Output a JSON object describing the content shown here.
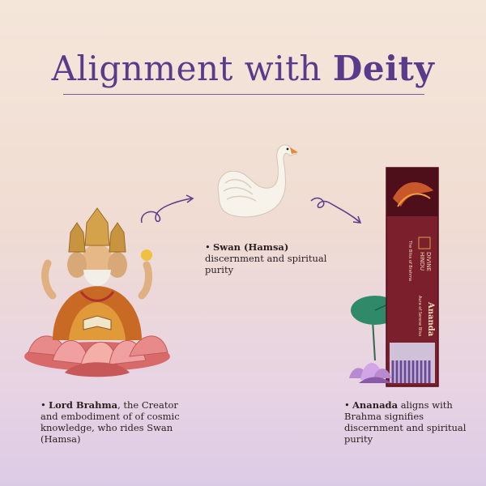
{
  "title": {
    "light": "Alignment with ",
    "bold": "Deity"
  },
  "captions": {
    "brahma": {
      "bullet": "•",
      "bold": "Lord Brahma",
      "rest": ", the Creator  and embodiment of of cosmic knowledge, who rides Swan (Hamsa)"
    },
    "swan": {
      "bullet": "•",
      "bold": "Swan (Hamsa)",
      "rest": " discernment and spiritual purity"
    },
    "ananada": {
      "bullet": "•",
      "bold": "Ananada",
      "rest": " aligns with Brahma signifies discernment and spiritual purity"
    }
  },
  "product": {
    "brand_line1": "DIVINE",
    "brand_line2": "HINDU",
    "series": "The Bliss of Brahma",
    "name": "Ananda",
    "tagline": "Aura of Serene Bliss"
  },
  "colors": {
    "title": "#5a3a8a",
    "box": "#7a1f2b",
    "box_dark": "#4e0f1a",
    "gold": "#d4a24a",
    "lotus": "#e88a8a",
    "sticks": "#6a4a9a"
  },
  "icons": [
    "brahma-illustration",
    "swan-illustration",
    "incense-box-illustration",
    "arrow-icon",
    "lotus-icon",
    "lily-pad-icon"
  ]
}
